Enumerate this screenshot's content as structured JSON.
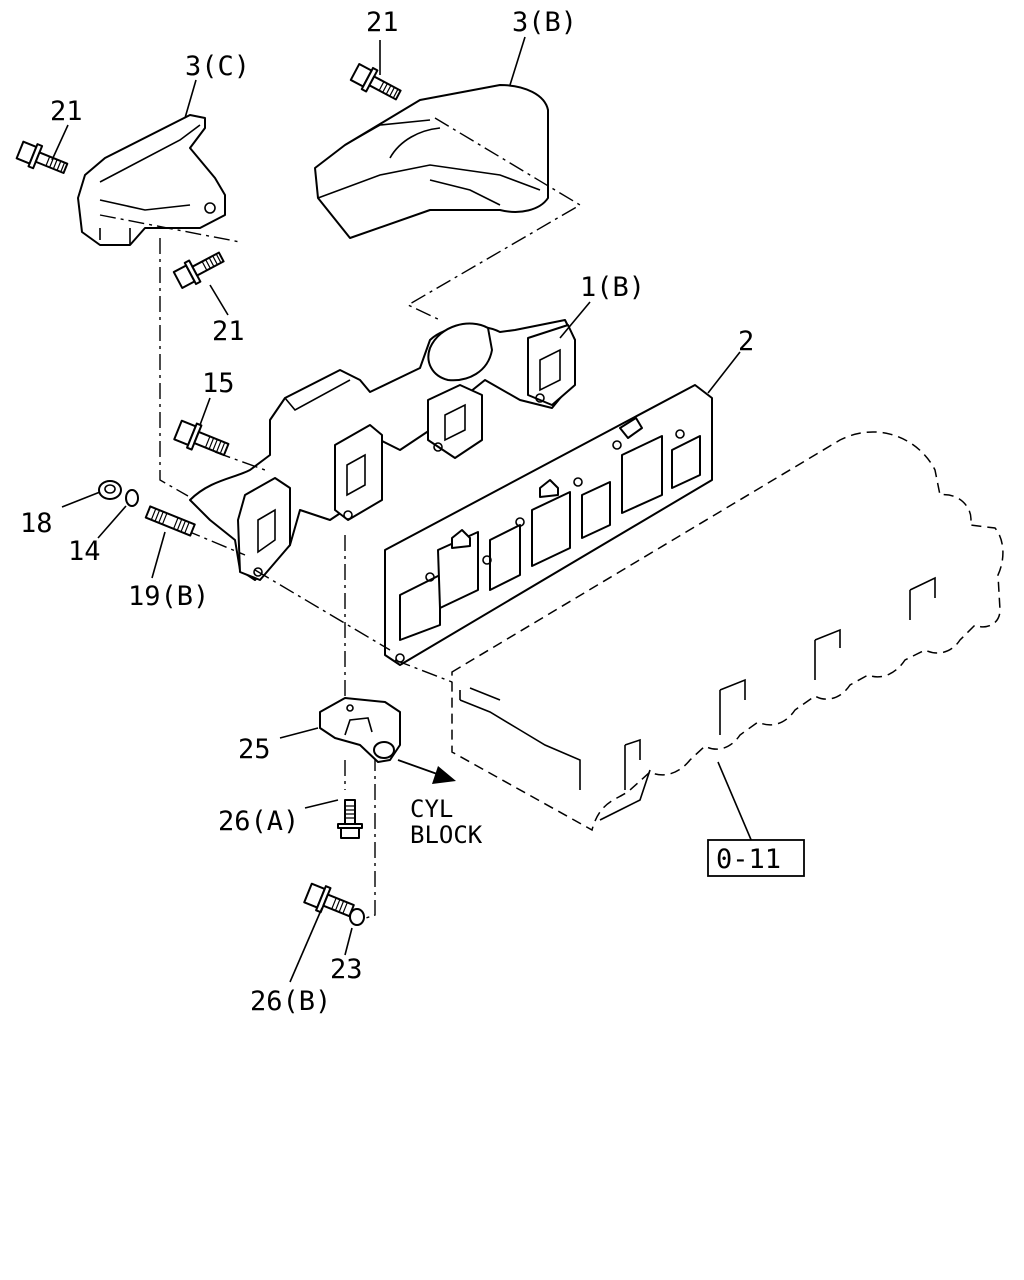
{
  "callouts": {
    "c21_top": "21",
    "c3b": "3(B)",
    "c3c": "3(C)",
    "c21_left": "21",
    "c21_mid": "21",
    "c1b": "1(B)",
    "c2": "2",
    "c15": "15",
    "c18": "18",
    "c14": "14",
    "c19b": "19(B)",
    "c25": "25",
    "c26a": "26(A)",
    "c26b": "26(B)",
    "c23": "23"
  },
  "direction_note": {
    "line1": "CYL",
    "line2": "BLOCK"
  },
  "reference_box": "0-11",
  "icons": {
    "bolt": "flange-bolt-icon",
    "nut": "flange-nut-icon",
    "washer": "spring-washer-icon",
    "stud": "stud-bolt-icon",
    "arrow": "direction-arrow-icon"
  }
}
